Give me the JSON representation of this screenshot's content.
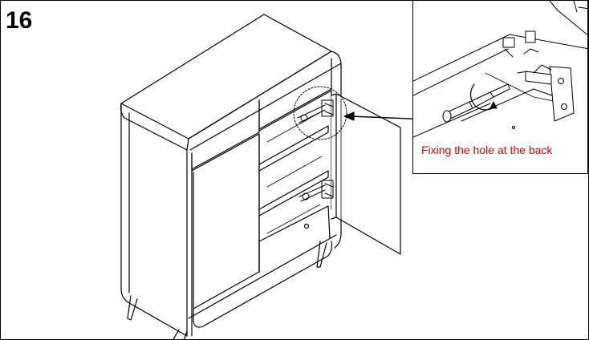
{
  "step": {
    "number": "16"
  },
  "callout": {
    "caption": "Fixing the hole at the back"
  },
  "colors": {
    "line": "#000000",
    "caption": "#e00000",
    "background": "#ffffff"
  },
  "icons": [
    "cabinet-illustration",
    "hinge-detail-illustration",
    "rotation-arrow-icon",
    "pointer-arrow-icon"
  ]
}
